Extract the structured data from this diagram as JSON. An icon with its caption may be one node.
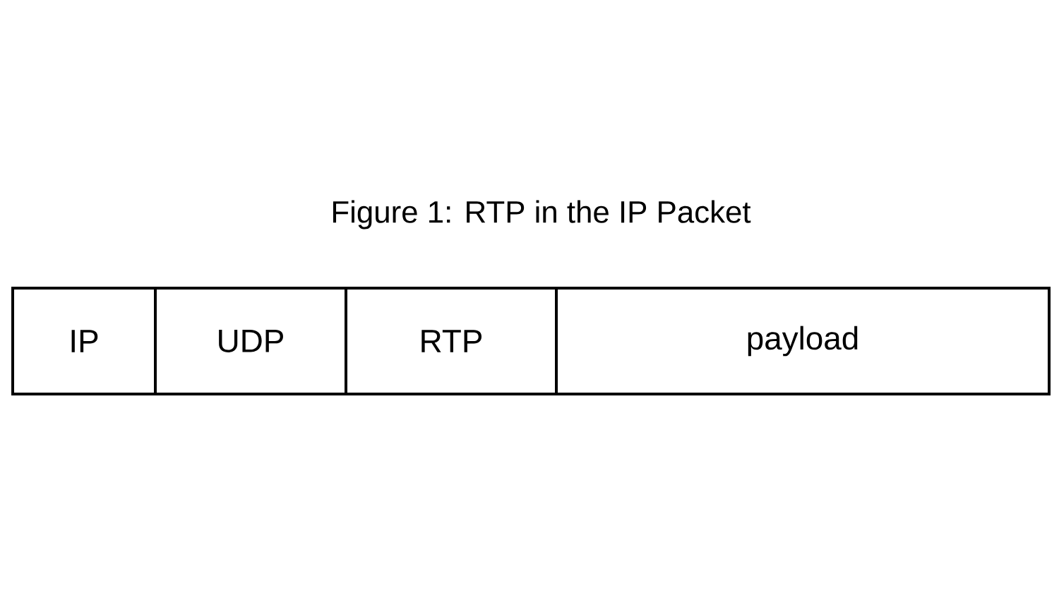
{
  "diagram": {
    "title": "Figure 1: RTP in the IP Packet",
    "nodes": [
      {
        "text": [
          "IP"
        ]
      },
      {
        "text": [
          "UDP"
        ]
      },
      {
        "text": [
          "RTP"
        ]
      },
      {
        "text": [
          "payload"
        ]
      }
    ]
  }
}
